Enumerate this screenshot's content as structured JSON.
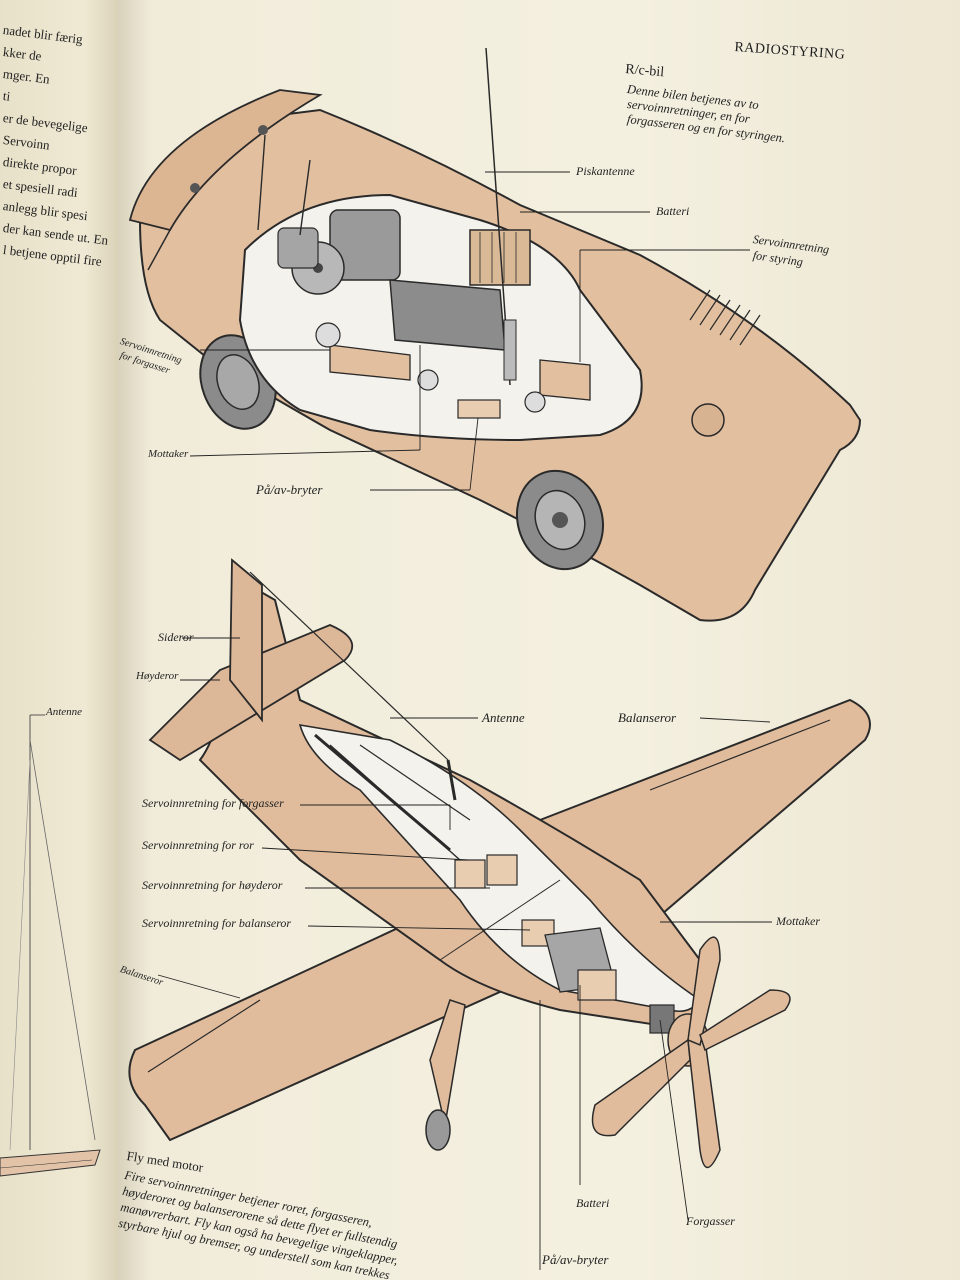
{
  "header": {
    "title": "RADIOSTYRING"
  },
  "left_page": {
    "text_lines": [
      "nadet blir færig",
      "kker de",
      "mger. En",
      "ti",
      "er de bevegelige",
      "Servoinn",
      "direkte propor",
      "et spesiell radi",
      "anlegg blir spesi",
      "der kan sende ut. En",
      "l betjene opptil fire"
    ],
    "antenna_label": "Antenne"
  },
  "car": {
    "caption_title": "R/c-bil",
    "caption_lines": [
      "Denne bilen betjenes av to",
      "servoinnretninger, en for",
      "forgasseren og en for styringen."
    ],
    "labels": {
      "piskantenne": "Piskantenne",
      "batteri": "Batteri",
      "servo_styring": [
        "Servoinnretning",
        "for styring"
      ],
      "servo_forgasser": [
        "Servoinnretning",
        "for forgasser"
      ],
      "mottaker": "Mottaker",
      "paav": "På/av-bryter"
    }
  },
  "plane": {
    "labels": {
      "sideror": "Sideror",
      "hoyderor": "Høyderor",
      "antenne": "Antenne",
      "balanseror_right": "Balanseror",
      "servo_forgasser": "Servoinnretning for forgasser",
      "servo_ror": "Servoinnretning for ror",
      "servo_hoyderor": "Servoinnretning for høyderor",
      "servo_balanseror": "Servoinnretning for balanseror",
      "mottaker": "Mottaker",
      "balanseror_left": "Balanseror",
      "batteri": "Batteri",
      "forgasser": "Forgasser",
      "paav": "På/av-bryter"
    },
    "caption_title": "Fly med motor",
    "caption_lines": [
      "Fire servoinnretninger betjener roret, forgasseren,",
      "høyderoret og balanserorene så dette flyet er fullstendig",
      "manøvrerbart. Fly kan også ha bevegelige vingeklapper,",
      "styrbare hjul og bremser, og understell som kan trekkes"
    ]
  }
}
